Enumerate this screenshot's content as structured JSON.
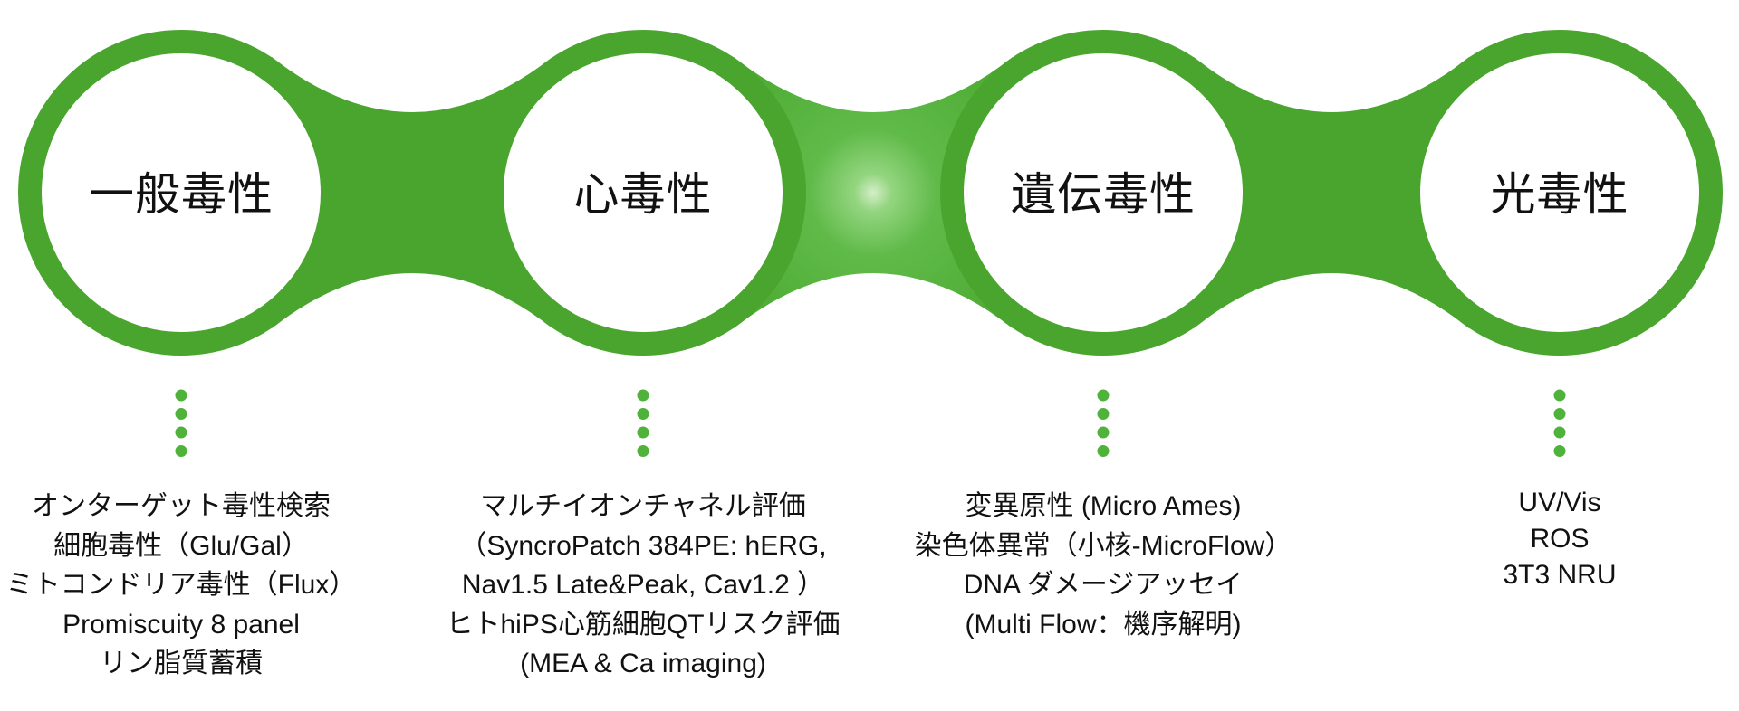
{
  "colors": {
    "accent": "#4aa52f",
    "accent_light": "#8fd37d",
    "dot": "#4fb23a",
    "text": "#111111",
    "background": "#ffffff"
  },
  "nodes": [
    {
      "title": "一般毒性",
      "items": [
        "オンターゲット毒性検索",
        "細胞毒性（Glu/Gal）",
        "ミトコンドリア毒性（Flux）",
        "Promiscuity 8 panel",
        "リン脂質蓄積"
      ]
    },
    {
      "title": "心毒性",
      "items": [
        "マルチイオンチャネル評価",
        "（SyncroPatch 384PE: hERG,",
        "Nav1.5 Late&Peak, Cav1.2 ）",
        "ヒトhiPS心筋細胞QTリスク評価",
        "(MEA & Ca imaging)"
      ]
    },
    {
      "title": "遺伝毒性",
      "items": [
        "変異原性 (Micro Ames)",
        "染色体異常（小核-MicroFlow）",
        "DNA ダメージアッセイ",
        "(Multi Flow：機序解明)"
      ]
    },
    {
      "title": "光毒性",
      "items": [
        "UV/Vis",
        "ROS",
        "3T3 NRU"
      ]
    }
  ]
}
